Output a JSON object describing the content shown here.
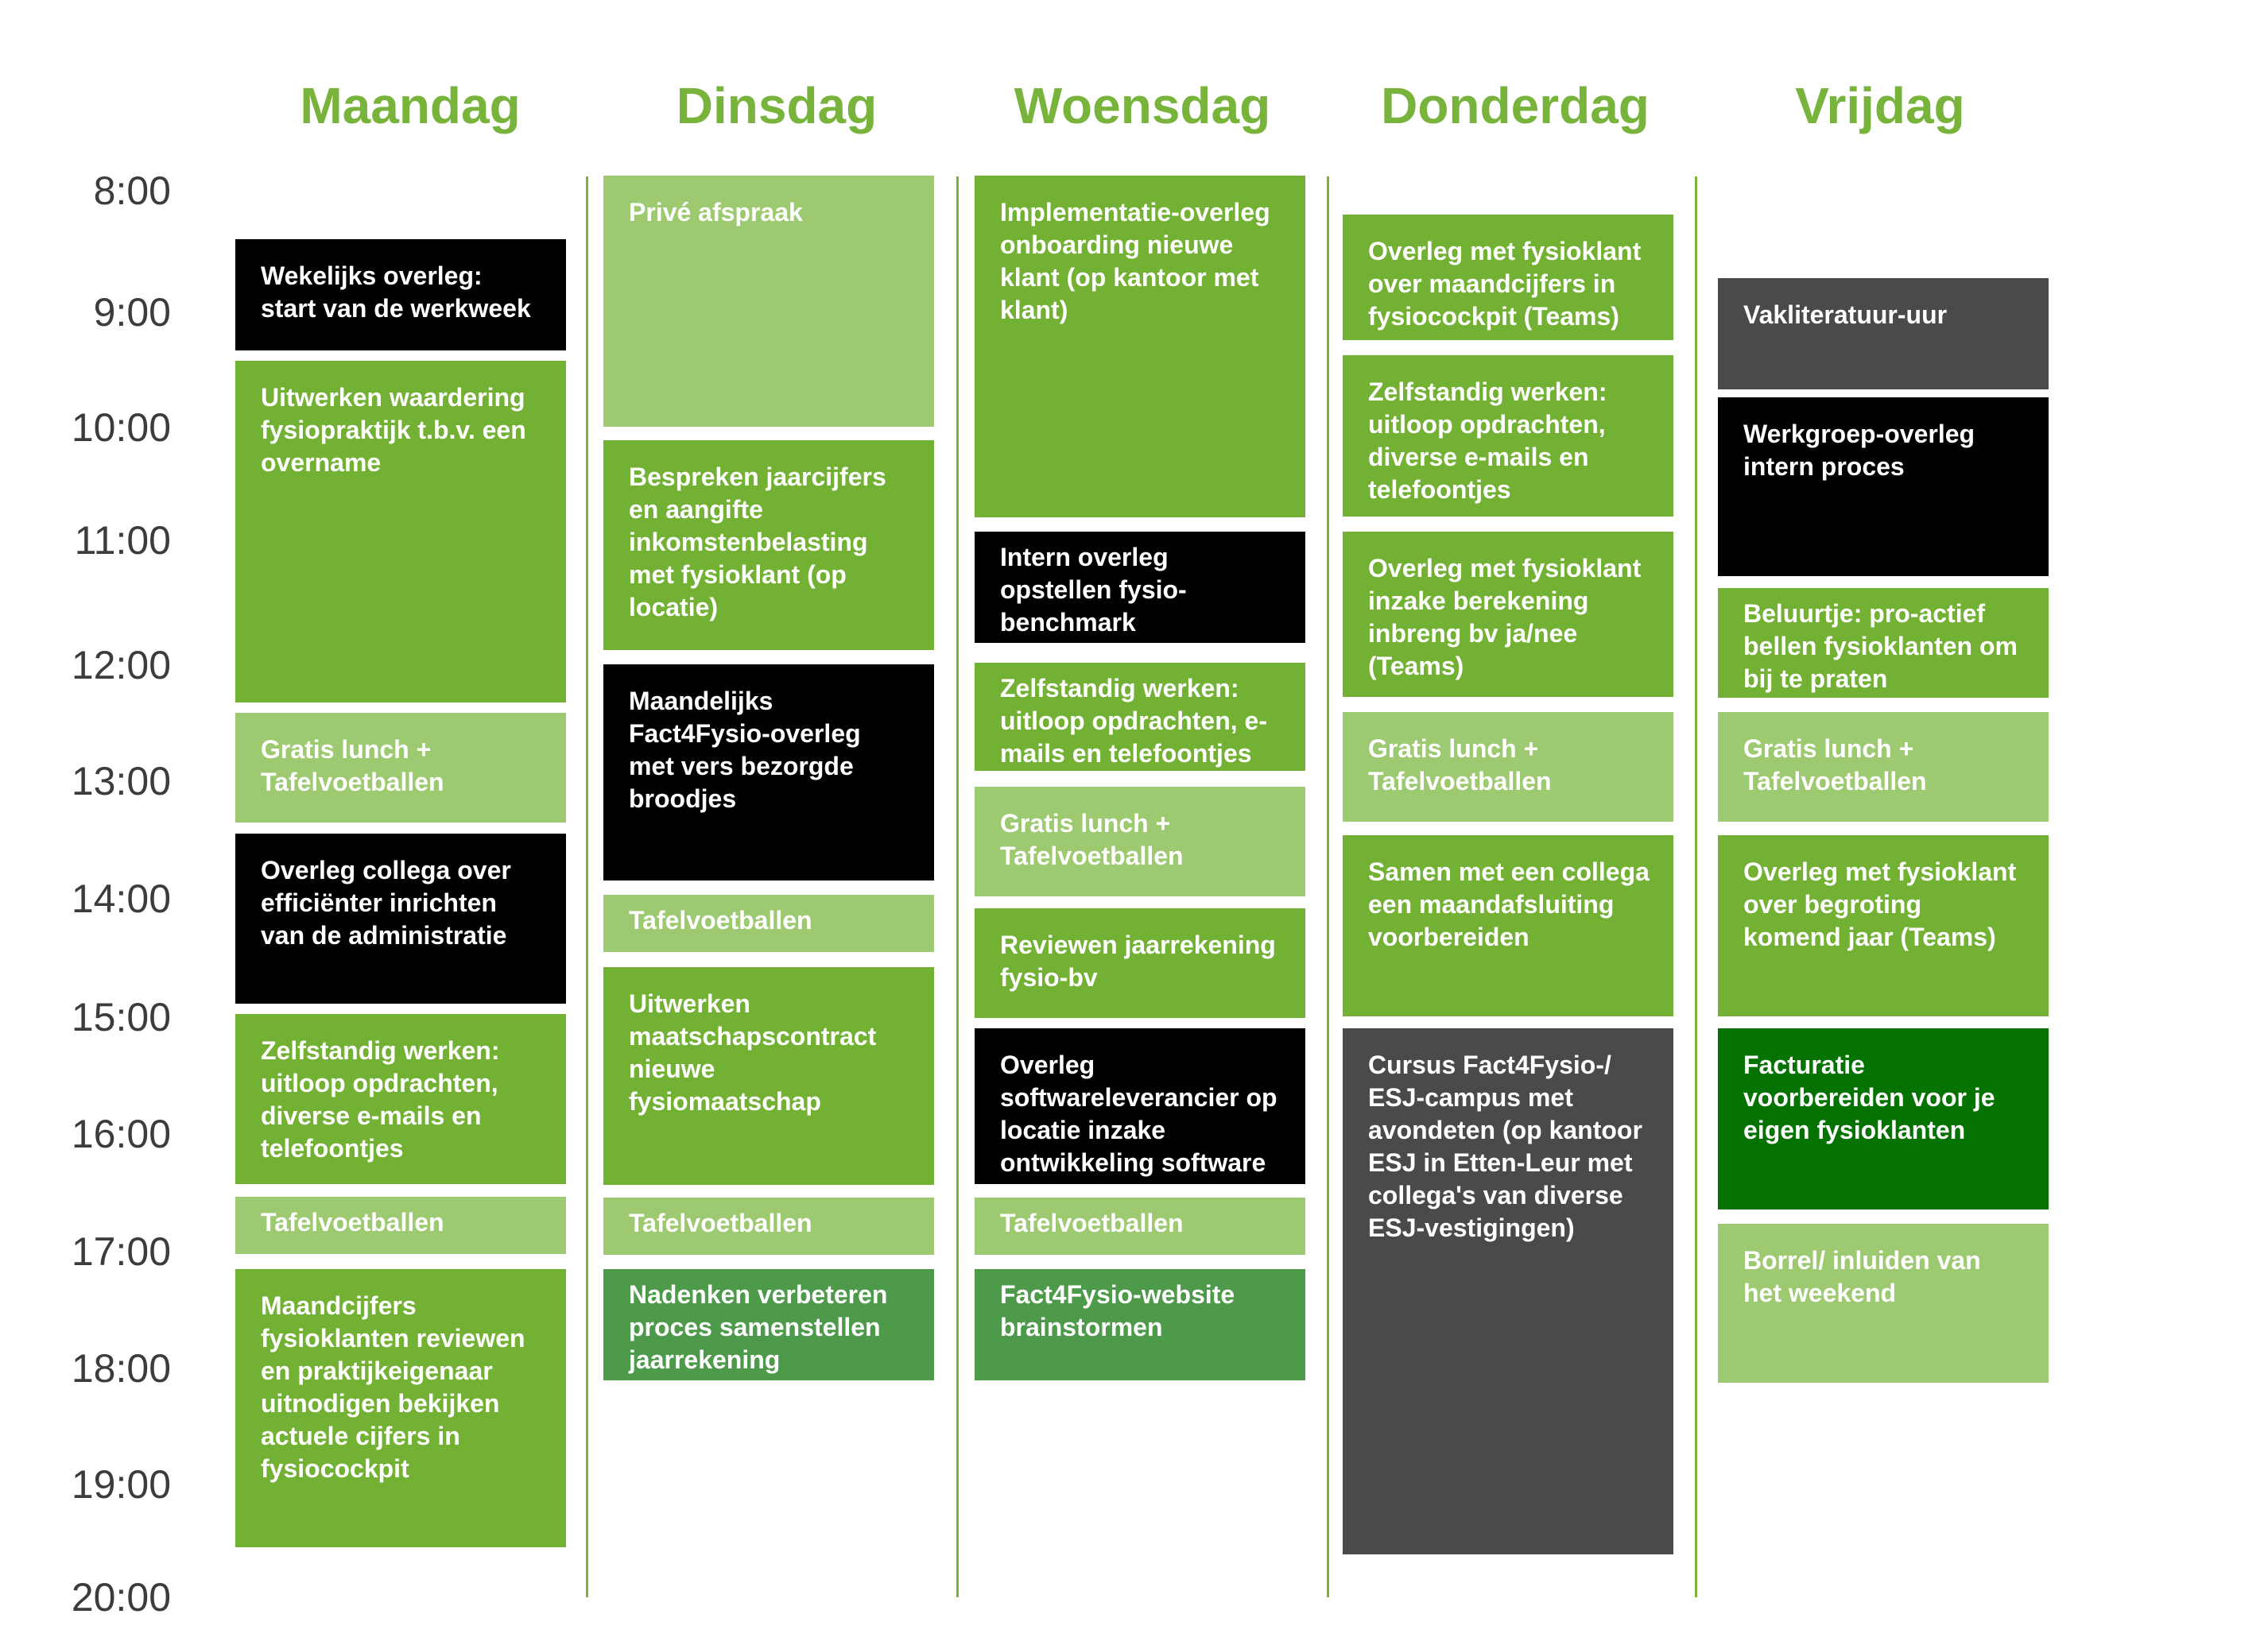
{
  "days": [
    "Maandag",
    "Dinsdag",
    "Woensdag",
    "Donderdag",
    "Vrijdag"
  ],
  "times": [
    "8:00",
    "9:00",
    "10:00",
    "11:00",
    "12:00",
    "13:00",
    "14:00",
    "15:00",
    "16:00",
    "17:00",
    "18:00",
    "19:00",
    "20:00"
  ],
  "colors": {
    "header": "#78b43c",
    "green": "#72b133",
    "light_green": "#9dc970",
    "black": "#000000",
    "dark_grey": "#4a4a4a",
    "mid_green": "#4e9a4b",
    "forest_green": "#047302"
  },
  "events": {
    "maandag": [
      "Wekelijks overleg: start van de werkweek",
      "Uitwerken waardering fysiopraktijk t.b.v. een overname",
      "Gratis lunch + Tafelvoetballen",
      "Overleg collega over efficiënter inrichten van de administratie",
      "Zelfstandig werken: uitloop opdrachten, diverse e-mails en telefoontjes",
      "Tafelvoetballen",
      "Maandcijfers fysioklanten reviewen en praktijkeigenaar uitnodigen bekijken actuele cijfers in fysiocockpit"
    ],
    "dinsdag": [
      "Privé afspraak",
      "Bespreken jaarcijfers en aangifte inkomstenbelasting met fysioklant (op locatie)",
      "Maandelijks Fact4Fysio-overleg met vers bezorgde broodjes",
      "Tafelvoetballen",
      "Uitwerken maatschapscontract nieuwe fysiomaatschap",
      "Tafelvoetballen",
      "Nadenken verbeteren proces samenstellen jaarrekening"
    ],
    "woensdag": [
      "Implementatie-overleg onboarding nieuwe klant (op kantoor met klant)",
      "Intern overleg opstellen fysio-benchmark",
      "Zelfstandig werken: uitloop opdrachten, e-mails en telefoontjes",
      "Gratis lunch + Tafelvoetballen",
      "Reviewen jaarrekening fysio-bv",
      "Overleg softwareleverancier op locatie inzake ontwikkeling software",
      "Tafelvoetballen",
      "Fact4Fysio-website brainstormen"
    ],
    "donderdag": [
      "Overleg met fysioklant over maandcijfers in fysiocockpit (Teams)",
      "Zelfstandig werken: uitloop opdrachten, diverse e-mails en telefoontjes",
      "Overleg met fysioklant inzake berekening inbreng bv ja/nee (Teams)",
      "Gratis lunch + Tafelvoetballen",
      "Samen met een collega een maandafsluiting voorbereiden",
      "Cursus Fact4Fysio-/ ESJ-campus met avondeten (op kantoor ESJ in Etten-Leur met collega's van diverse ESJ-vestigingen)"
    ],
    "vrijdag": [
      "Vakliteratuur-uur",
      "Werkgroep-overleg intern proces",
      "Beluurtje: pro-actief bellen fysioklanten om bij te praten",
      "Gratis lunch + Tafelvoetballen",
      "Overleg met fysioklant over begroting komend jaar (Teams)",
      "Facturatie voorbereiden voor je eigen fysioklanten",
      "Borrel/ inluiden van het weekend"
    ]
  }
}
